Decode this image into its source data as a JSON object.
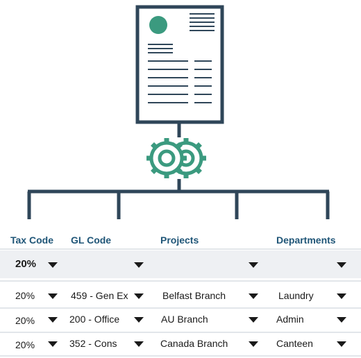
{
  "icons": {
    "document": "document-icon",
    "gears": "gears-icon"
  },
  "colors": {
    "outline": "#2f4659",
    "accent": "#3b9a7f",
    "header_text": "#1f5577",
    "bulk_row_bg": "#eef0f3"
  },
  "columns": [
    {
      "key": "tax",
      "label": "Tax Code"
    },
    {
      "key": "gl",
      "label": "GL Code"
    },
    {
      "key": "projects",
      "label": "Projects"
    },
    {
      "key": "departments",
      "label": "Departments"
    }
  ],
  "bulk_row": {
    "tax": "20%",
    "gl": "",
    "projects": "",
    "departments": ""
  },
  "rows": [
    {
      "tax": "20%",
      "gl": "459 - Gen Ex",
      "projects": "Belfast Branch",
      "departments": "Laundry"
    },
    {
      "tax": "20%",
      "gl": "200 - Office",
      "projects": "AU  Branch",
      "departments": "Admin"
    },
    {
      "tax": "20%",
      "gl": "352 - Cons",
      "projects": "Canada  Branch",
      "departments": "Canteen"
    }
  ]
}
